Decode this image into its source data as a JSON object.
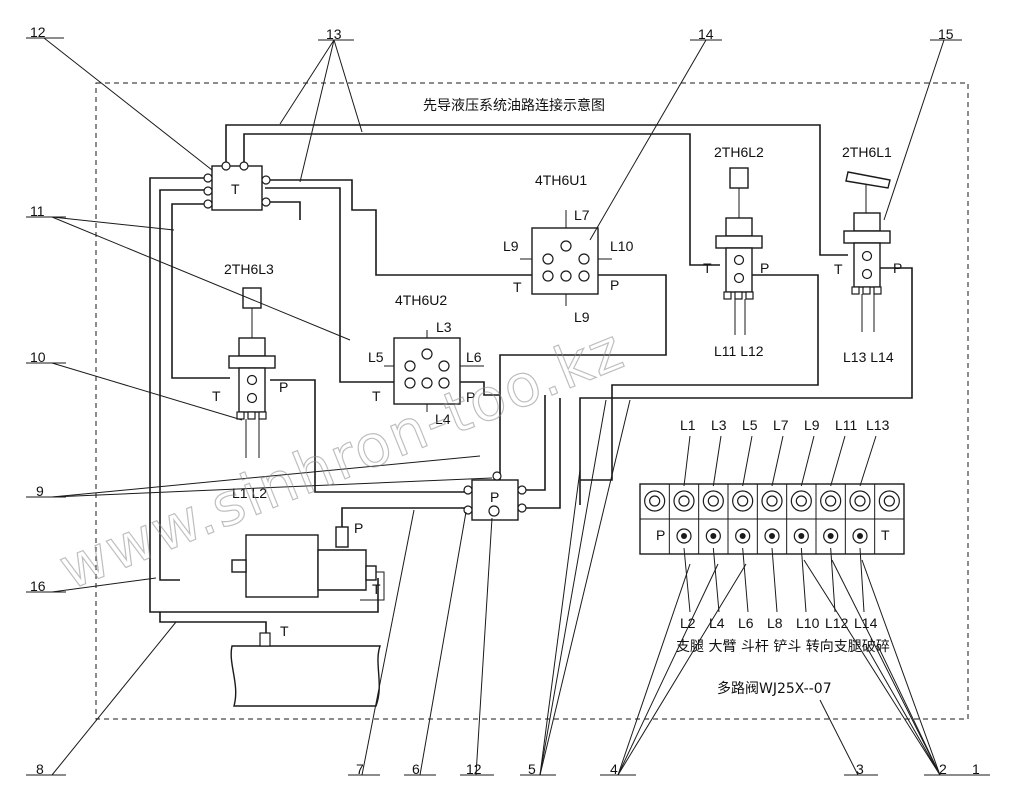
{
  "title": "先导液压系统油路连接示意图",
  "valves": {
    "u1": {
      "name": "4TH6U1",
      "ports": [
        "L7",
        "L9",
        "L10",
        "T",
        "P",
        "L9"
      ]
    },
    "u2": {
      "name": "4TH6U2",
      "ports": [
        "L3",
        "L5",
        "L6",
        "T",
        "P",
        "L4"
      ]
    },
    "l1": {
      "name": "2TH6L1",
      "ports": [
        "T",
        "P"
      ],
      "lines": "L13 L14"
    },
    "l2": {
      "name": "2TH6L2",
      "ports": [
        "T",
        "P"
      ],
      "lines": "L11 L12"
    },
    "l3": {
      "name": "2TH6L3",
      "ports": [
        "T",
        "P"
      ],
      "lines": "L1 L2"
    }
  },
  "manifold": {
    "port": "T"
  },
  "pump_ports": [
    "P",
    "T"
  ],
  "tank_port": "T",
  "multiway": {
    "top_labels": [
      "L1",
      "L3",
      "L5",
      "L7",
      "L9",
      "L11",
      "L13"
    ],
    "bottom_labels": [
      "L2",
      "L4",
      "L6",
      "L8",
      "L10",
      "L12",
      "L14"
    ],
    "p_label": "P",
    "t_label": "T",
    "functions": "支腿 大臂 斗杆 铲斗 转向支腿破碎",
    "model": "多路阀WJ25X--07"
  },
  "callouts": [
    "1",
    "2",
    "3",
    "4",
    "5",
    "6",
    "7",
    "8",
    "9",
    "10",
    "11",
    "12",
    "13",
    "14",
    "15",
    "16",
    "12"
  ],
  "watermark": "www.sinhron-too.kz"
}
